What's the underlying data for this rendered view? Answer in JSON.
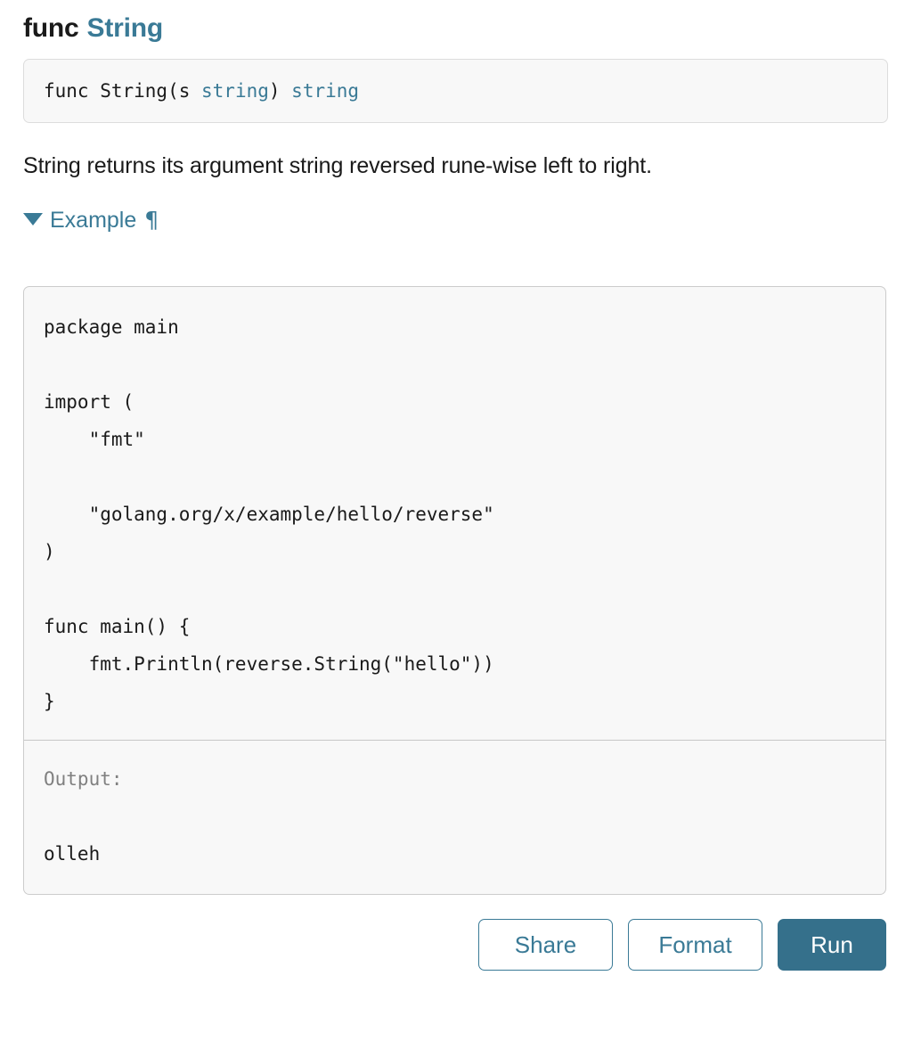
{
  "heading": {
    "keyword": "func",
    "name": "String"
  },
  "signature": {
    "prefix": "func String(s ",
    "param_type": "string",
    "middle": ") ",
    "return_type": "string"
  },
  "documentation": {
    "text": "String returns its argument string reversed rune-wise left to right."
  },
  "example": {
    "toggle_icon": "triangle-down-icon",
    "label": "Example",
    "anchor_glyph": "¶"
  },
  "playground": {
    "code": "package main\n\nimport (\n    \"fmt\"\n\n    \"golang.org/x/example/hello/reverse\"\n)\n\nfunc main() {\n    fmt.Println(reverse.String(\"hello\"))\n}",
    "output_label": "Output:",
    "output_value": "olleh",
    "buttons": {
      "share": "Share",
      "format": "Format",
      "run": "Run"
    }
  },
  "colors": {
    "accent": "#3a7a96",
    "run_button_bg": "#35708b",
    "text": "#1a1a1a",
    "muted_text": "#808080",
    "box_bg": "#f8f8f8",
    "box_border": "#cccccc",
    "signature_border": "#dddddd"
  }
}
